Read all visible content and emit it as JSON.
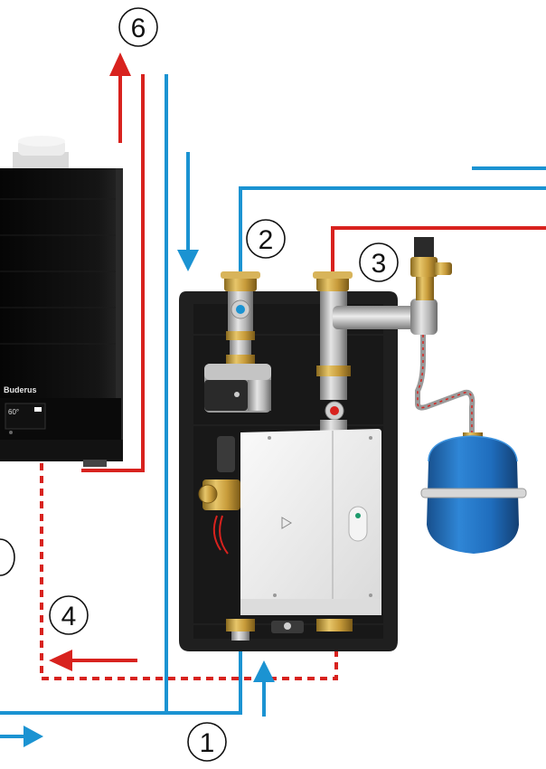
{
  "boiler": {
    "brand": "Buderus",
    "display_value": "60°"
  },
  "callouts": [
    {
      "id": "1",
      "label": "1"
    },
    {
      "id": "2",
      "label": "2"
    },
    {
      "id": "3",
      "label": "3"
    },
    {
      "id": "4",
      "label": "4"
    },
    {
      "id": "6",
      "label": "6"
    }
  ],
  "colors": {
    "supply_hot": "#d8221e",
    "return_cold": "#1b93d2",
    "boiler_body": "#0d0d0d",
    "insulation": "#1f1f1f",
    "control_box": "#eeeeee",
    "expansion_vessel": "#1e6fc0",
    "brass": "#c8a145"
  }
}
